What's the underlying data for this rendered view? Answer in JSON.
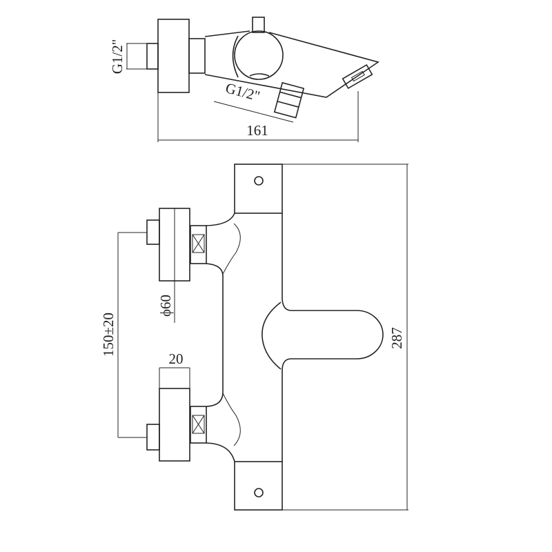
{
  "top_view": {
    "wall_inlet_thread": "G1/2\"",
    "outlet_thread": "G1/2\"",
    "overall_depth": "161"
  },
  "front_view": {
    "eccentric_diameter": "ϕ60",
    "inlet_spacing": "150±20",
    "eccentric_depth": "20",
    "overall_width": "287"
  },
  "colors": {
    "line": "#222222",
    "background": "#ffffff"
  }
}
